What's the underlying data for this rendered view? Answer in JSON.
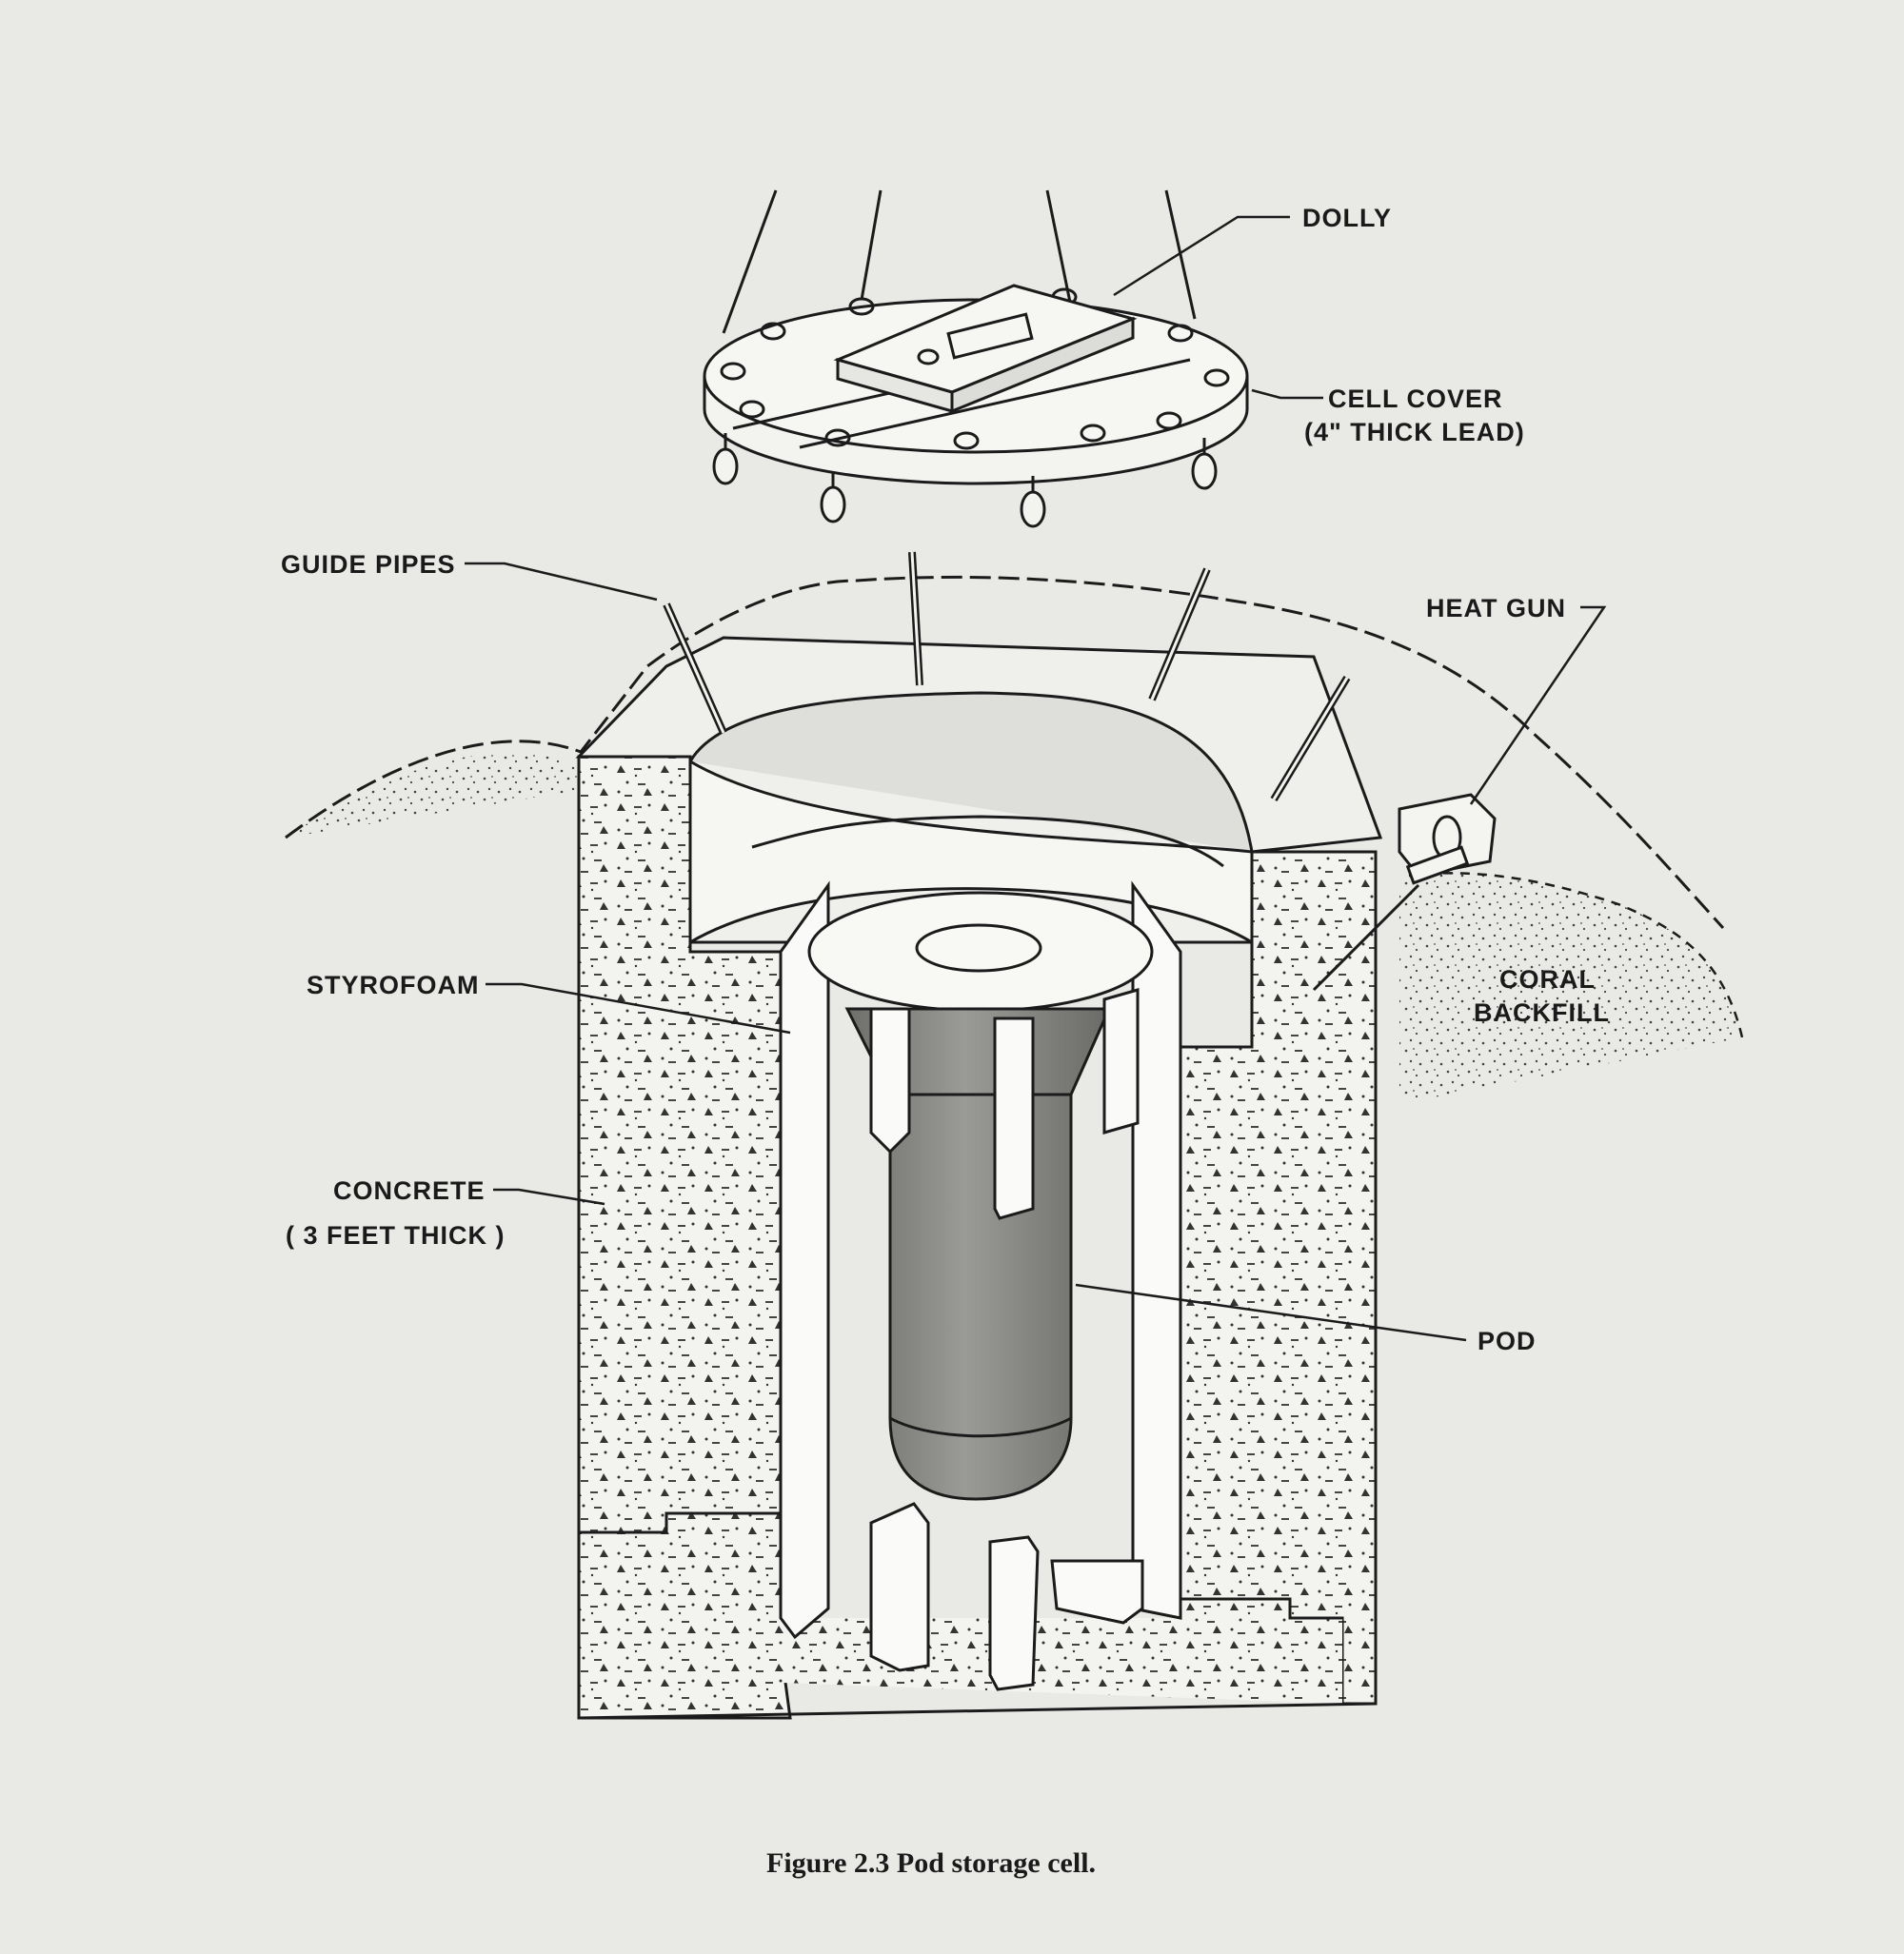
{
  "labels": {
    "dolly": "DOLLY",
    "cell_cover_1": "CELL COVER",
    "cell_cover_2": "(4\" THICK LEAD)",
    "guide_pipes": "GUIDE PIPES",
    "heat_gun": "HEAT GUN",
    "styrofoam": "STYROFOAM",
    "coral_backfill_1": "CORAL",
    "coral_backfill_2": "BACKFILL",
    "concrete_1": "CONCRETE",
    "concrete_2": "( 3 FEET THICK )",
    "pod": "POD"
  },
  "caption": "Figure 2.3  Pod storage cell.",
  "colors": {
    "paper": "#e9e9e6",
    "ink": "#1b1b1b",
    "pod_fill": "#8a8a86",
    "concrete_fill": "#f4f4f1"
  }
}
